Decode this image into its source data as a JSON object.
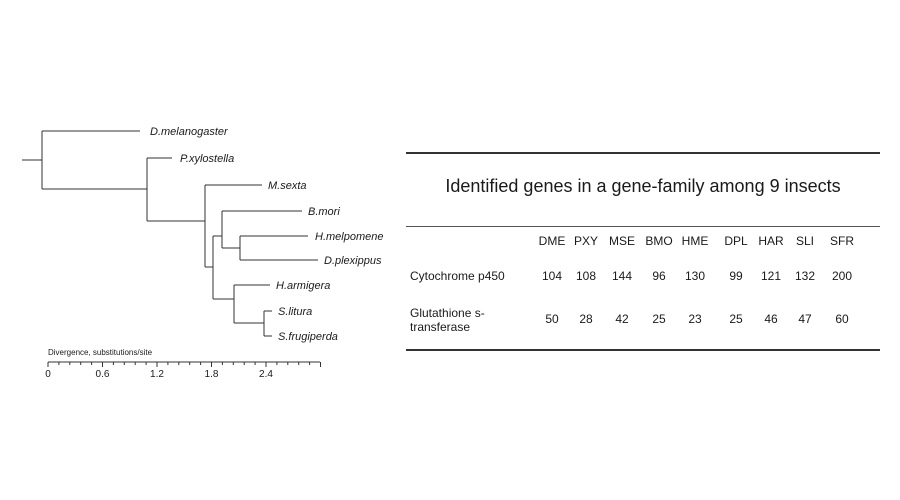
{
  "tree": {
    "taxa": [
      {
        "id": "dme",
        "label": "D.melanogaster"
      },
      {
        "id": "pxy",
        "label": "P.xylostella"
      },
      {
        "id": "mse",
        "label": "M.sexta"
      },
      {
        "id": "bmo",
        "label": "B.mori"
      },
      {
        "id": "hme",
        "label": "H.melpomene"
      },
      {
        "id": "dpl",
        "label": "D.plexippus"
      },
      {
        "id": "har",
        "label": "H.armigera"
      },
      {
        "id": "sli",
        "label": "S.litura"
      },
      {
        "id": "sfr",
        "label": "S.frugiperda"
      }
    ],
    "scale_title": "Divergence, substitutions/site",
    "scale_ticks": [
      "0",
      "0.6",
      "1.2",
      "1.8",
      "2.4"
    ]
  },
  "table": {
    "title": "Identified genes in a gene-family among 9 insects",
    "columns": [
      "DME",
      "PXY",
      "MSE",
      "BMO",
      "HME",
      "DPL",
      "HAR",
      "SLI",
      "SFR"
    ],
    "rows": [
      {
        "label": "Cytochrome p450",
        "values": [
          "104",
          "108",
          "144",
          "96",
          "130",
          "99",
          "121",
          "132",
          "200"
        ]
      },
      {
        "label": "Glutathione s-transferase",
        "values": [
          "50",
          "28",
          "42",
          "25",
          "23",
          "25",
          "46",
          "47",
          "60"
        ]
      }
    ]
  }
}
